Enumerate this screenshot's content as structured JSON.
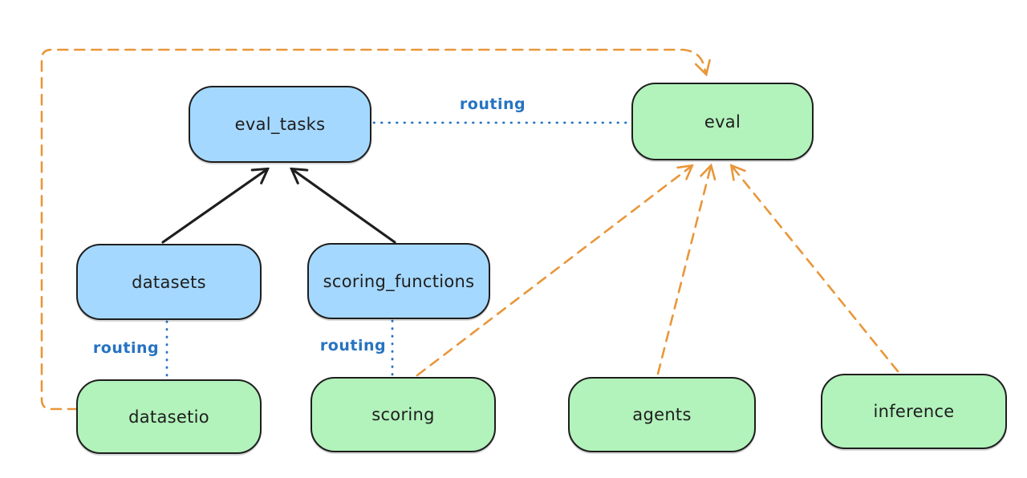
{
  "diagram": {
    "type": "architecture-diagram",
    "style": "hand-drawn",
    "background": "#ffffff",
    "colors": {
      "blue_node_fill": "#a5d8ff",
      "green_node_fill": "#b2f2bb",
      "node_stroke": "#1e1e1e",
      "solid_arrow": "#1e1e1e",
      "dashed_arrow_orange": "#e8973a",
      "routing_blue": "#2673c2"
    },
    "nodes": [
      {
        "id": "eval_tasks",
        "label": "eval_tasks",
        "color": "blue"
      },
      {
        "id": "eval",
        "label": "eval",
        "color": "green"
      },
      {
        "id": "datasets",
        "label": "datasets",
        "color": "blue"
      },
      {
        "id": "scoring_functions",
        "label": "scoring_functions",
        "color": "blue"
      },
      {
        "id": "datasetio",
        "label": "datasetio",
        "color": "green"
      },
      {
        "id": "scoring",
        "label": "scoring",
        "color": "green"
      },
      {
        "id": "agents",
        "label": "agents",
        "color": "green"
      },
      {
        "id": "inference",
        "label": "inference",
        "color": "green"
      }
    ],
    "edges": [
      {
        "from": "datasets",
        "to": "eval_tasks",
        "style": "solid",
        "color": "black",
        "arrowhead": "end"
      },
      {
        "from": "scoring_functions",
        "to": "eval_tasks",
        "style": "solid",
        "color": "black",
        "arrowhead": "end"
      },
      {
        "from": "eval_tasks",
        "to": "eval",
        "style": "dotted",
        "color": "blue",
        "label": "routing",
        "arrowhead": "none"
      },
      {
        "from": "datasets",
        "to": "datasetio",
        "style": "dotted",
        "color": "blue",
        "label": "routing",
        "arrowhead": "none"
      },
      {
        "from": "scoring_functions",
        "to": "scoring",
        "style": "dotted",
        "color": "blue",
        "label": "routing",
        "arrowhead": "none"
      },
      {
        "from": "datasetio",
        "to": "eval",
        "style": "dashed",
        "color": "orange",
        "route": "around-left-and-top",
        "arrowhead": "end"
      },
      {
        "from": "scoring",
        "to": "eval",
        "style": "dashed",
        "color": "orange",
        "arrowhead": "end"
      },
      {
        "from": "agents",
        "to": "eval",
        "style": "dashed",
        "color": "orange",
        "arrowhead": "end"
      },
      {
        "from": "inference",
        "to": "eval",
        "style": "dashed",
        "color": "orange",
        "arrowhead": "end"
      }
    ]
  }
}
